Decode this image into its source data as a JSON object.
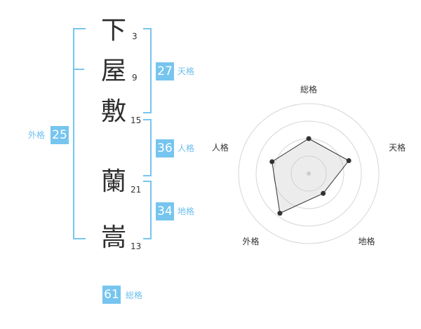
{
  "name": {
    "chars": [
      {
        "char": "下",
        "strokes": "3"
      },
      {
        "char": "屋",
        "strokes": "9"
      },
      {
        "char": "敷",
        "strokes": "15"
      },
      {
        "char": "蘭",
        "strokes": "21"
      },
      {
        "char": "嵩",
        "strokes": "13"
      }
    ]
  },
  "scores": {
    "tenkaku": {
      "value": "27",
      "label": "天格"
    },
    "jinkaku": {
      "value": "36",
      "label": "人格"
    },
    "chikaku": {
      "value": "34",
      "label": "地格"
    },
    "gaikaku": {
      "value": "25",
      "label": "外格"
    },
    "soukaku": {
      "value": "61",
      "label": "総格"
    }
  },
  "colors": {
    "accent": "#76c5ef",
    "text": "#2f2f2f"
  },
  "chart_data": {
    "type": "radar",
    "axes": [
      "総格",
      "天格",
      "地格",
      "外格",
      "人格"
    ],
    "values": [
      0.5,
      0.6,
      0.35,
      0.7,
      0.55
    ],
    "range": [
      0,
      1
    ],
    "rings": 4
  }
}
